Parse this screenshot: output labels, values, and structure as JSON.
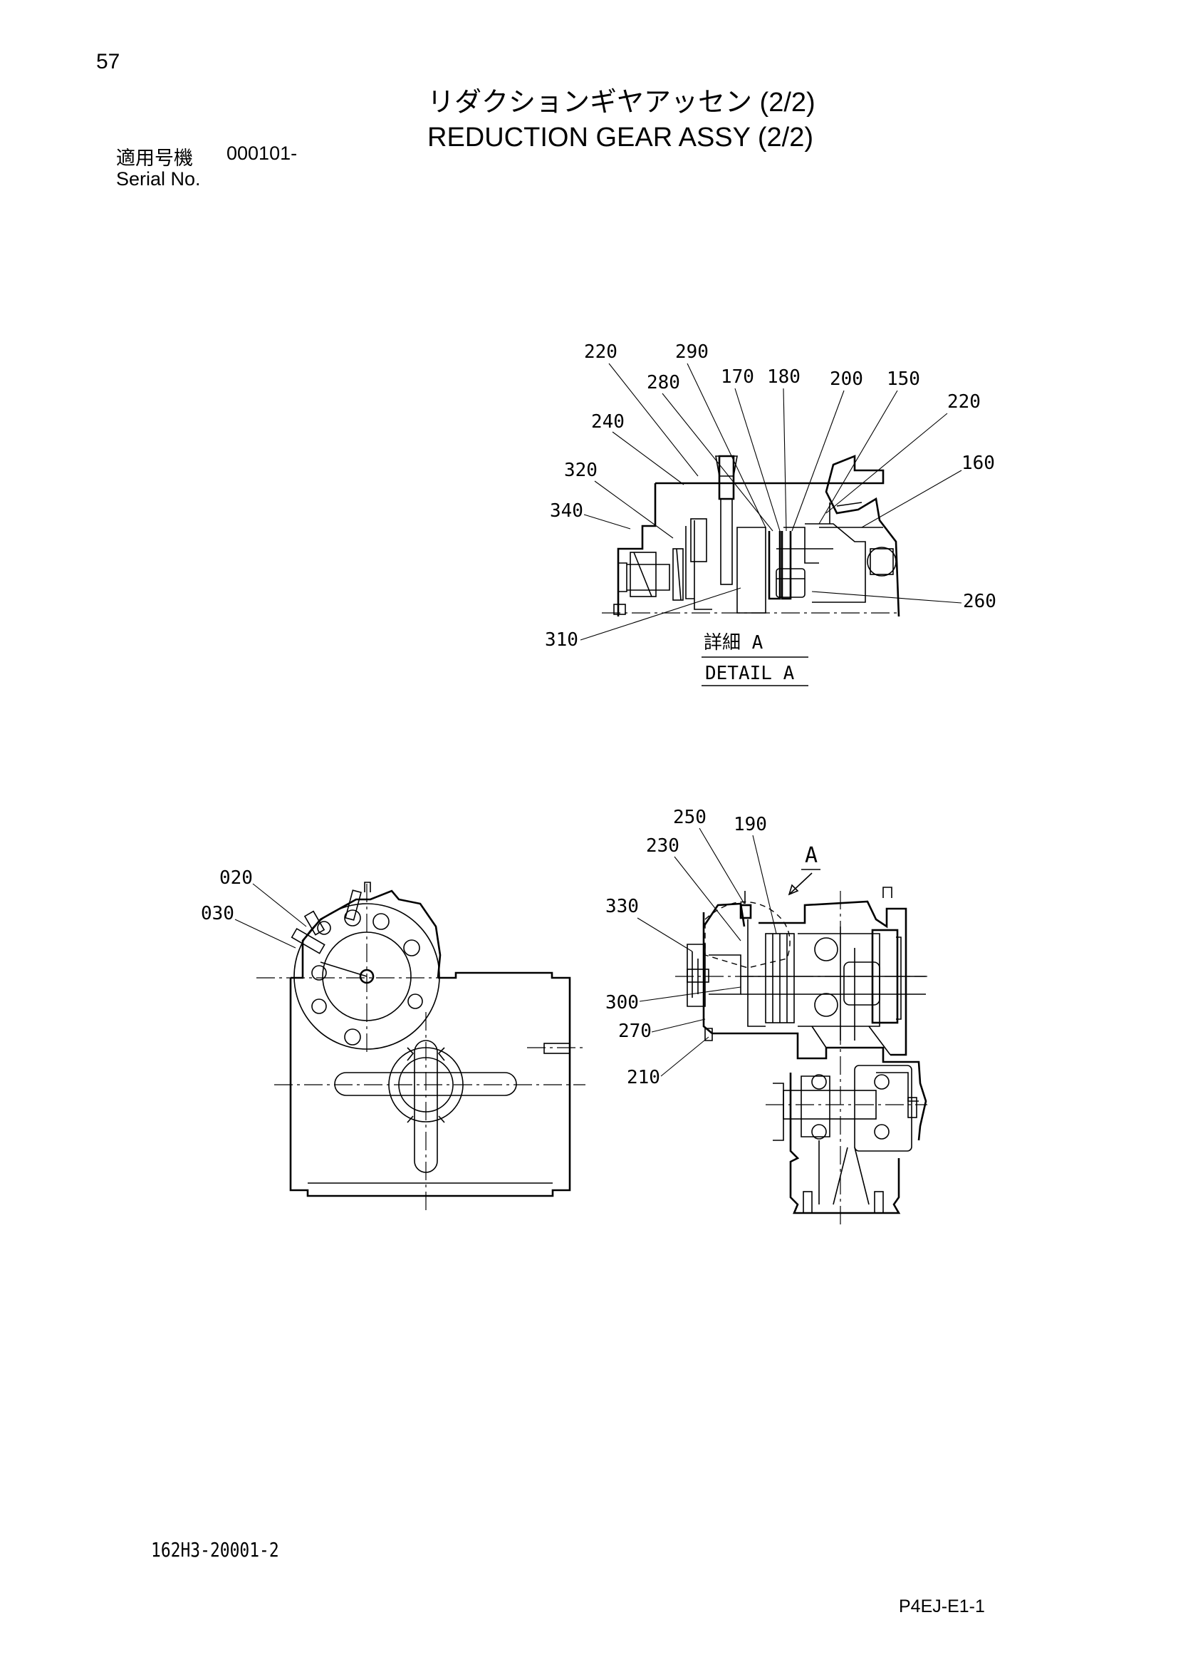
{
  "page_number": "57",
  "title_jp": "リダクションギヤアッセン (2/2)",
  "title_en": "REDUCTION GEAR ASSY (2/2)",
  "serial_label_jp": "適用号機",
  "serial_number": "000101-",
  "serial_label_en": "Serial No.",
  "detail_label_jp": "詳細 A",
  "detail_label_en": "DETAIL A",
  "view_marker": "A",
  "drawing_number": "162H3-20001-2",
  "page_code": "P4EJ-E1-1",
  "callouts_detail": [
    "220",
    "290",
    "280",
    "170",
    "180",
    "200",
    "150",
    "220",
    "240",
    "160",
    "320",
    "340",
    "260",
    "310"
  ],
  "callouts_main": [
    "250",
    "190",
    "230",
    "020",
    "030",
    "330",
    "300",
    "270",
    "210"
  ]
}
